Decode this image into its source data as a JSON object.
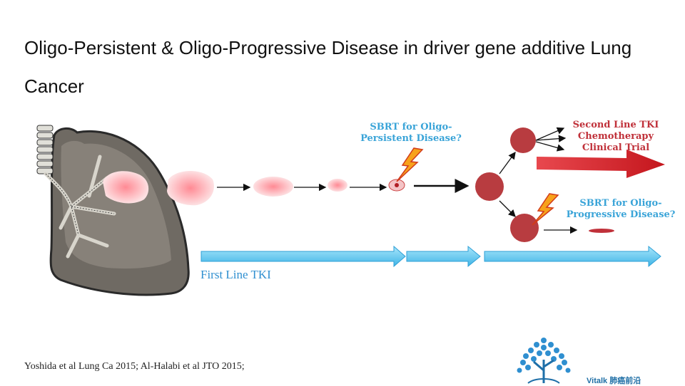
{
  "title": "Oligo-Persistent & Oligo-Progressive Disease in driver gene additive Lung Cancer",
  "labels": {
    "sbrt_persistent": [
      "SBRT for Oligo-",
      "Persistent Disease?"
    ],
    "second_line": [
      "Second Line TKI",
      "Chemotherapy",
      "Clinical Trial"
    ],
    "sbrt_progressive": [
      "SBRT for Oligo-",
      "Progressive Disease?"
    ],
    "first_line": "First Line TKI"
  },
  "reference": "Yoshida et al Lung Ca 2015; Al-Halabi et al JTO 2015;",
  "brand": "Vitalk 肺癌前沿",
  "icons": [
    "lung-illustration",
    "lightning-icon",
    "tree-logo-icon"
  ],
  "colors": {
    "tumor_red": "#b83c40",
    "label_red": "#c0313a",
    "label_blue": "#3aa4d8",
    "timeline_blue": "#5bc8f0",
    "big_arrow": "#d9262c"
  }
}
